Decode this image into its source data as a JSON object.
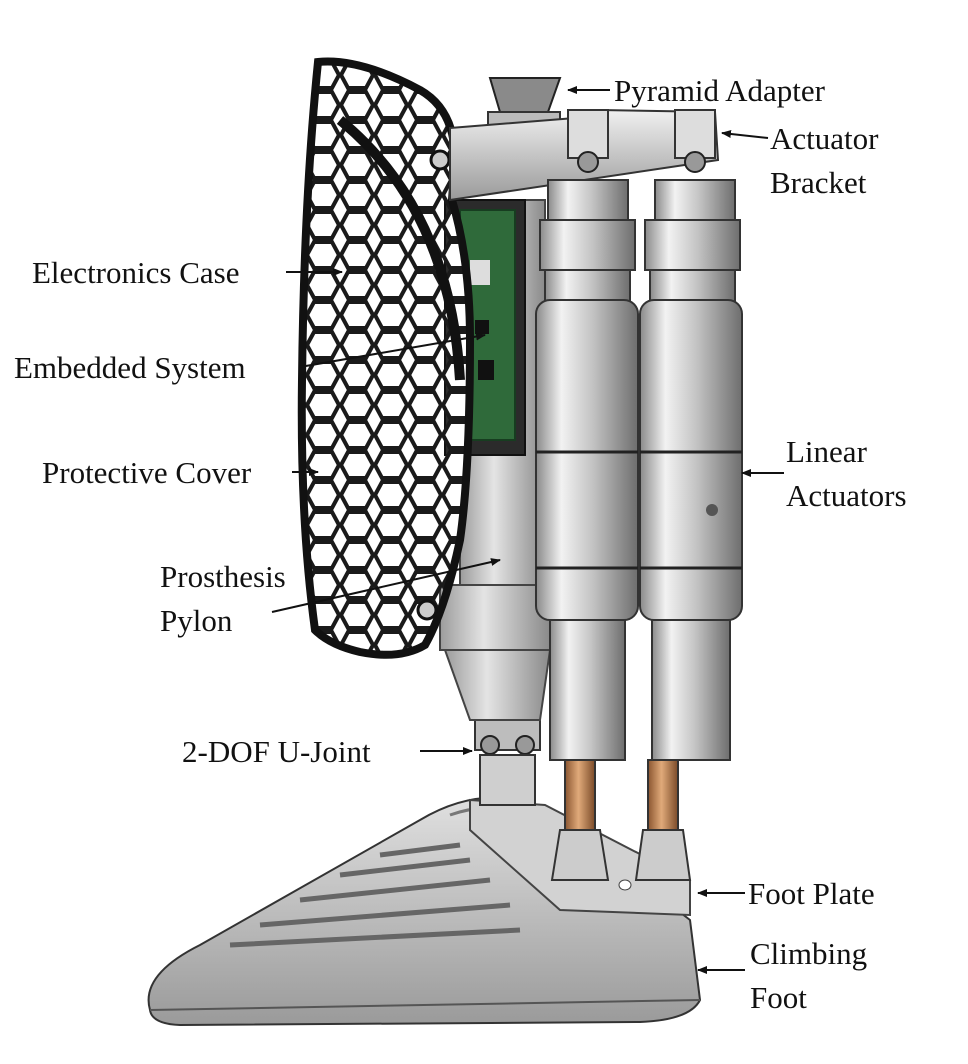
{
  "labels": {
    "pyramid_adapter": "Pyramid Adapter",
    "actuator_bracket": [
      "Actuator",
      "Bracket"
    ],
    "electronics_case": "Electronics Case",
    "embedded_system": "Embedded System",
    "protective_cover": "Protective Cover",
    "linear_actuators": [
      "Linear",
      "Actuators"
    ],
    "prosthesis_pylon": [
      "Prosthesis",
      "Pylon"
    ],
    "u_joint": "2-DOF U-Joint",
    "foot_plate": "Foot Plate",
    "climbing_foot": [
      "Climbing",
      "Foot"
    ]
  },
  "colors": {
    "metal_light": "#e9e9e9",
    "metal_mid": "#b9b9b9",
    "metal_dark": "#7a7a7a",
    "cover_black": "#1a1a1a",
    "pcb_green": "#2f6a3a",
    "copper": "#b87a4a",
    "foot_gray": "#c8c8c8",
    "text": "#111111"
  }
}
